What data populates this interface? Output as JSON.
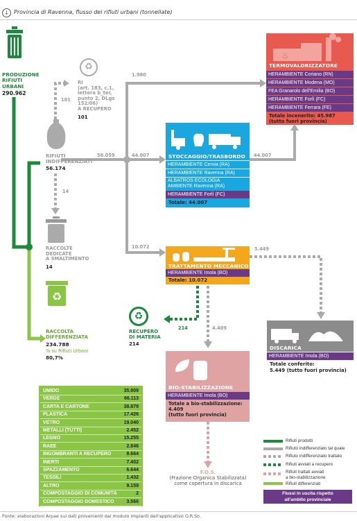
{
  "title": "Provincia di Ravenna, flusso dei rifiuti urbani (tonnellate)",
  "colors": {
    "green": "#1c8a3a",
    "grey": "#b0b0b0",
    "blue": "#1aa7e0",
    "red": "#e8594f",
    "orange": "#f4a71d",
    "purple": "#6b3a86",
    "pink": "#e0a3a4",
    "darkgrey": "#8c8c8c",
    "lime": "#8ac545",
    "tableGreen": "#5fa833"
  },
  "produzione": {
    "label1": "PRODUZIONE",
    "label2": "RIFIUTI",
    "label3": "URBANI",
    "value": "290.962"
  },
  "ri": {
    "line1": "RI",
    "line2": "(art. 183, c.1,",
    "line3": "lettera b_ter,",
    "line4": "punto 2, DLgs",
    "line5": "152/06)",
    "line6": "A RECUPERO",
    "value": "101",
    "flow": "101"
  },
  "indiff": {
    "line1": "RIFIUTI",
    "line2": "INDIFFERENZIATI",
    "value": "56.174",
    "out": "56.059",
    "down": "14"
  },
  "raccolte": {
    "line1": "RACCOLTE",
    "line2": "DEDICATE",
    "line3": "A SMALTIMENTO",
    "value": "14"
  },
  "differenziata": {
    "line1": "RACCOLTA",
    "line2": "DIFFERENZIATA",
    "value": "234.788",
    "pct_label": "% su Rifiuti Urbani",
    "pct": "80,7%"
  },
  "recupero": {
    "line1": "RECUPERO",
    "line2": "DI MATERIA",
    "value": "214",
    "flow": "214"
  },
  "flows": {
    "f1980": "1.980",
    "f44007a": "44.007",
    "f44007b": "44.007",
    "f10072": "10.072",
    "f5449": "5.449",
    "f4409": "4.409"
  },
  "termo": {
    "title": "TERMOVALORIZZATORE",
    "rows": [
      "HERAMBIENTE Coriano (RN)",
      "HERAMBIENTE Modena (MO)",
      "FEA Granarolo dell'Emilia (BO)",
      "HERAMBIENTE Forlì (FC)",
      "HERAMBIENTE Ferrara (FE)"
    ],
    "total1": "Totale incenerito: 45.987",
    "total2": "(tutto fuori provincia)"
  },
  "stoccaggio": {
    "title": "STOCCAGGIO/TRASBORDO",
    "rows": [
      "HERAMBIENTE Cervia (RA)",
      "HERAMBIENTE Ravenna (RA)",
      "ALBATROS ECOLOGIA",
      "AMBIENTE Ravenna (RA)",
      "HERAMBIENTE Forlì (FC)"
    ],
    "total": "Totale: 44.007"
  },
  "tmb": {
    "title": "TRATTAMENTO MECCANICO",
    "row": "HERAMBIENTE Imola (BO)",
    "total": "Totale: 10.072"
  },
  "discarica": {
    "title": "DISCARICA",
    "row": "HERAMBIENTE Imola (BO)",
    "total1": "Totale conferito:",
    "total2": "5.449 (tutto fuori provincia)"
  },
  "biostab": {
    "title": "BIO-STABILIZZAZIONE",
    "row": "HERAMBIENTE Imola (BO)",
    "total1": "Totale a bio-stabilizzazione:",
    "total2": "4.409",
    "total3": "(tutto fuori provincia)"
  },
  "fos": {
    "line1": "F.O.S.",
    "line2": "(Frazione Organica Stabilizzata)",
    "line3": "come copertura in discarica"
  },
  "table": [
    {
      "name": "UMIDO",
      "value": "35.909"
    },
    {
      "name": "VERDE",
      "value": "66.113"
    },
    {
      "name": "CARTA E CARTONE",
      "value": "38.879"
    },
    {
      "name": "PLASTICA",
      "value": "17.426"
    },
    {
      "name": "VETRO",
      "value": "19.040"
    },
    {
      "name": "METALLI (TUTTI)",
      "value": "2.452"
    },
    {
      "name": "LEGNO",
      "value": "15.255"
    },
    {
      "name": "RAEE",
      "value": "2.846"
    },
    {
      "name": "INGOMBRANTI A RECUPERO",
      "value": "8.664"
    },
    {
      "name": "INERTI",
      "value": "7.402"
    },
    {
      "name": "SPAZZAMENTO",
      "value": "6.644"
    },
    {
      "name": "TESSILI",
      "value": "1.432"
    },
    {
      "name": "ALTRO",
      "value": "9.159"
    },
    {
      "name": "COMPOSTAGGIO DI COMUNITÀ",
      "value": "2"
    },
    {
      "name": "COMPOSTAGGIO DOMESTICO",
      "value": "3.566"
    }
  ],
  "legend": {
    "items": [
      "Rifiuti prodotti",
      "Rifiuto indifferenziato tal quale",
      "Rifiuto indifferenziato trattato",
      "Rifiuti avviati a recupero",
      "Rifiuti trattati avviati",
      "a bio-stabilizzazione",
      "Rifiuti differenziati"
    ],
    "box1": "Flussi in uscita rispetto",
    "box2": "all'ambito provinciale"
  },
  "footer": "Fonte: elaborazioni Arpae sui dati provenienti dal modulo impianti dell'applicativo O.R.So."
}
